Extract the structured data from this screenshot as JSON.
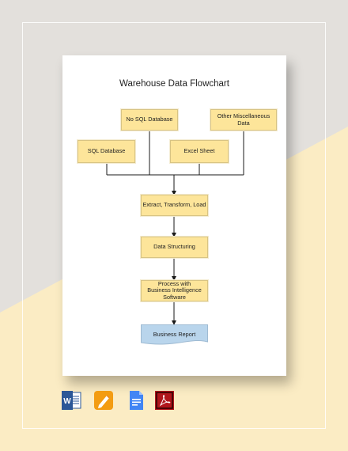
{
  "background": {
    "color_top": "#e3e0dc",
    "color_bottom": "#fbecc4"
  },
  "document": {
    "title": "Warehouse Data Flowchart",
    "nodes": {
      "nosql": "No SQL Database",
      "other": "Other Miscellaneous Data",
      "sql": "SQL Database",
      "excel": "Excel Sheet",
      "etl": "Extract, Transform, Load",
      "structuring": "Data Structuring",
      "process": "Process with Business Intelligence Software",
      "report": "Business Report"
    },
    "colors": {
      "process_box": "#fde59a",
      "report_box": "#b9d5ec",
      "line": "#1a1a1a"
    }
  },
  "formats": [
    {
      "icon": "word-icon",
      "color": "#2b5797"
    },
    {
      "icon": "pages-icon",
      "color": "#f39c12"
    },
    {
      "icon": "google-docs-icon",
      "color": "#4285f4"
    },
    {
      "icon": "pdf-icon",
      "color": "#b0161c"
    }
  ]
}
